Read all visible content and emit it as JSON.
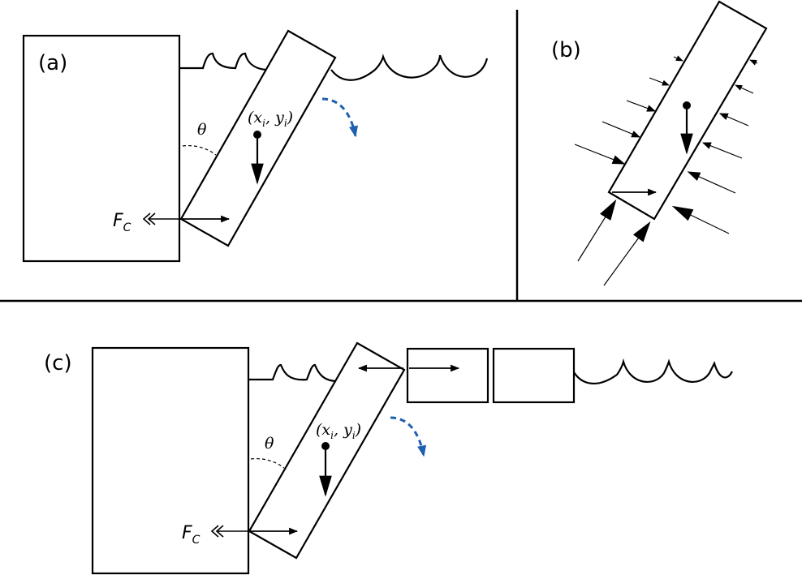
{
  "panels": {
    "a": {
      "label": "(a)",
      "theta": "θ",
      "force": "F",
      "force_sub": "C",
      "coord_x": "x",
      "coord_y": "y",
      "coord_sub": "i"
    },
    "b": {
      "label": "(b)"
    },
    "c": {
      "label": "(c)",
      "theta": "θ",
      "force": "F",
      "force_sub": "C",
      "coord_x": "x",
      "coord_y": "y",
      "coord_sub": "i"
    }
  },
  "colors": {
    "rotation_arrow": "#1f5fb0",
    "ink": "#000000"
  }
}
